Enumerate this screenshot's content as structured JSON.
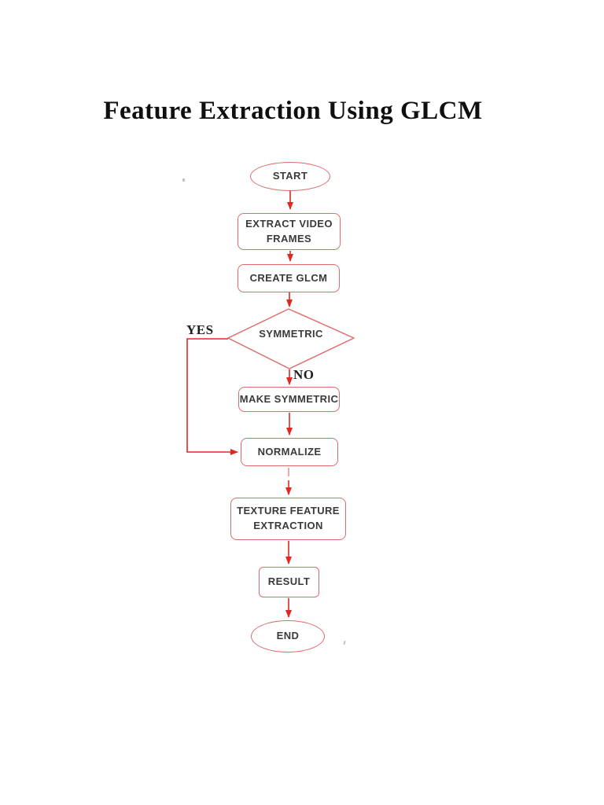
{
  "page": {
    "title": "Feature Extraction Using GLCM"
  },
  "flowchart": {
    "nodes": {
      "start": {
        "type": "terminator",
        "label": "START"
      },
      "extract_frames": {
        "type": "process",
        "label": "EXTRACT VIDEO\nFRAMES"
      },
      "create_glcm": {
        "type": "process",
        "label": "CREATE GLCM"
      },
      "symmetric": {
        "type": "decision",
        "label": "SYMMETRIC"
      },
      "make_symmetric": {
        "type": "process",
        "label": "MAKE SYMMETRIC"
      },
      "normalize": {
        "type": "process",
        "label": "NORMALIZE"
      },
      "texture_feature": {
        "type": "process",
        "label": "TEXTURE FEATURE\nEXTRACTION"
      },
      "result": {
        "type": "process",
        "label": "RESULT"
      },
      "end": {
        "type": "terminator",
        "label": "END"
      }
    },
    "branch_labels": {
      "yes": "YES",
      "no": "NO"
    },
    "edges": [
      {
        "from": "start",
        "to": "extract_frames",
        "label": ""
      },
      {
        "from": "extract_frames",
        "to": "create_glcm",
        "label": ""
      },
      {
        "from": "create_glcm",
        "to": "symmetric",
        "label": ""
      },
      {
        "from": "symmetric",
        "to": "make_symmetric",
        "label": "NO"
      },
      {
        "from": "symmetric",
        "to": "normalize",
        "label": "YES"
      },
      {
        "from": "make_symmetric",
        "to": "normalize",
        "label": ""
      },
      {
        "from": "normalize",
        "to": "texture_feature",
        "label": ""
      },
      {
        "from": "texture_feature",
        "to": "result",
        "label": ""
      },
      {
        "from": "result",
        "to": "end",
        "label": ""
      }
    ],
    "colors": {
      "shape_border": "#df6b6b",
      "arrow": "#e02820",
      "node_text": "#3a3a3a",
      "label_text": "#1f1f1f"
    }
  }
}
